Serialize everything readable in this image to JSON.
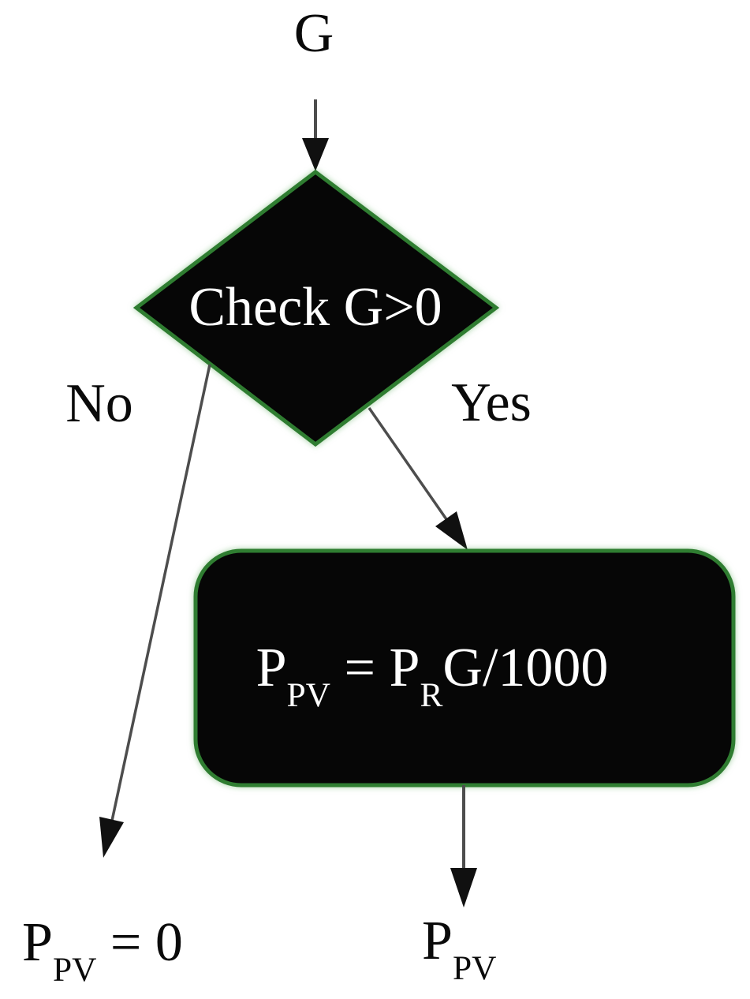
{
  "diagram": {
    "type": "flowchart",
    "description": "PV power output decision flowchart",
    "colors": {
      "background": "#ffffff",
      "shape_fill": "#060606",
      "shape_border": "#2f7d31",
      "shape_text": "#ffffff",
      "label_text": "#0a0a0a",
      "arrow_line": "#4d4d4d",
      "arrow_head": "#101010"
    },
    "input": {
      "label": "G"
    },
    "decision": {
      "text": "Check G>0"
    },
    "branches": {
      "no": {
        "label": "No"
      },
      "yes": {
        "label": "Yes"
      }
    },
    "process": {
      "formula": {
        "base1": "P",
        "sub1": "PV",
        "op": " = ",
        "base2": "P",
        "sub2": "R",
        "tail": "G/1000"
      }
    },
    "outputs": {
      "no_result": {
        "base": "P",
        "sub": "PV",
        "tail": " = 0"
      },
      "yes_result": {
        "base": "P",
        "sub": "PV"
      }
    }
  }
}
